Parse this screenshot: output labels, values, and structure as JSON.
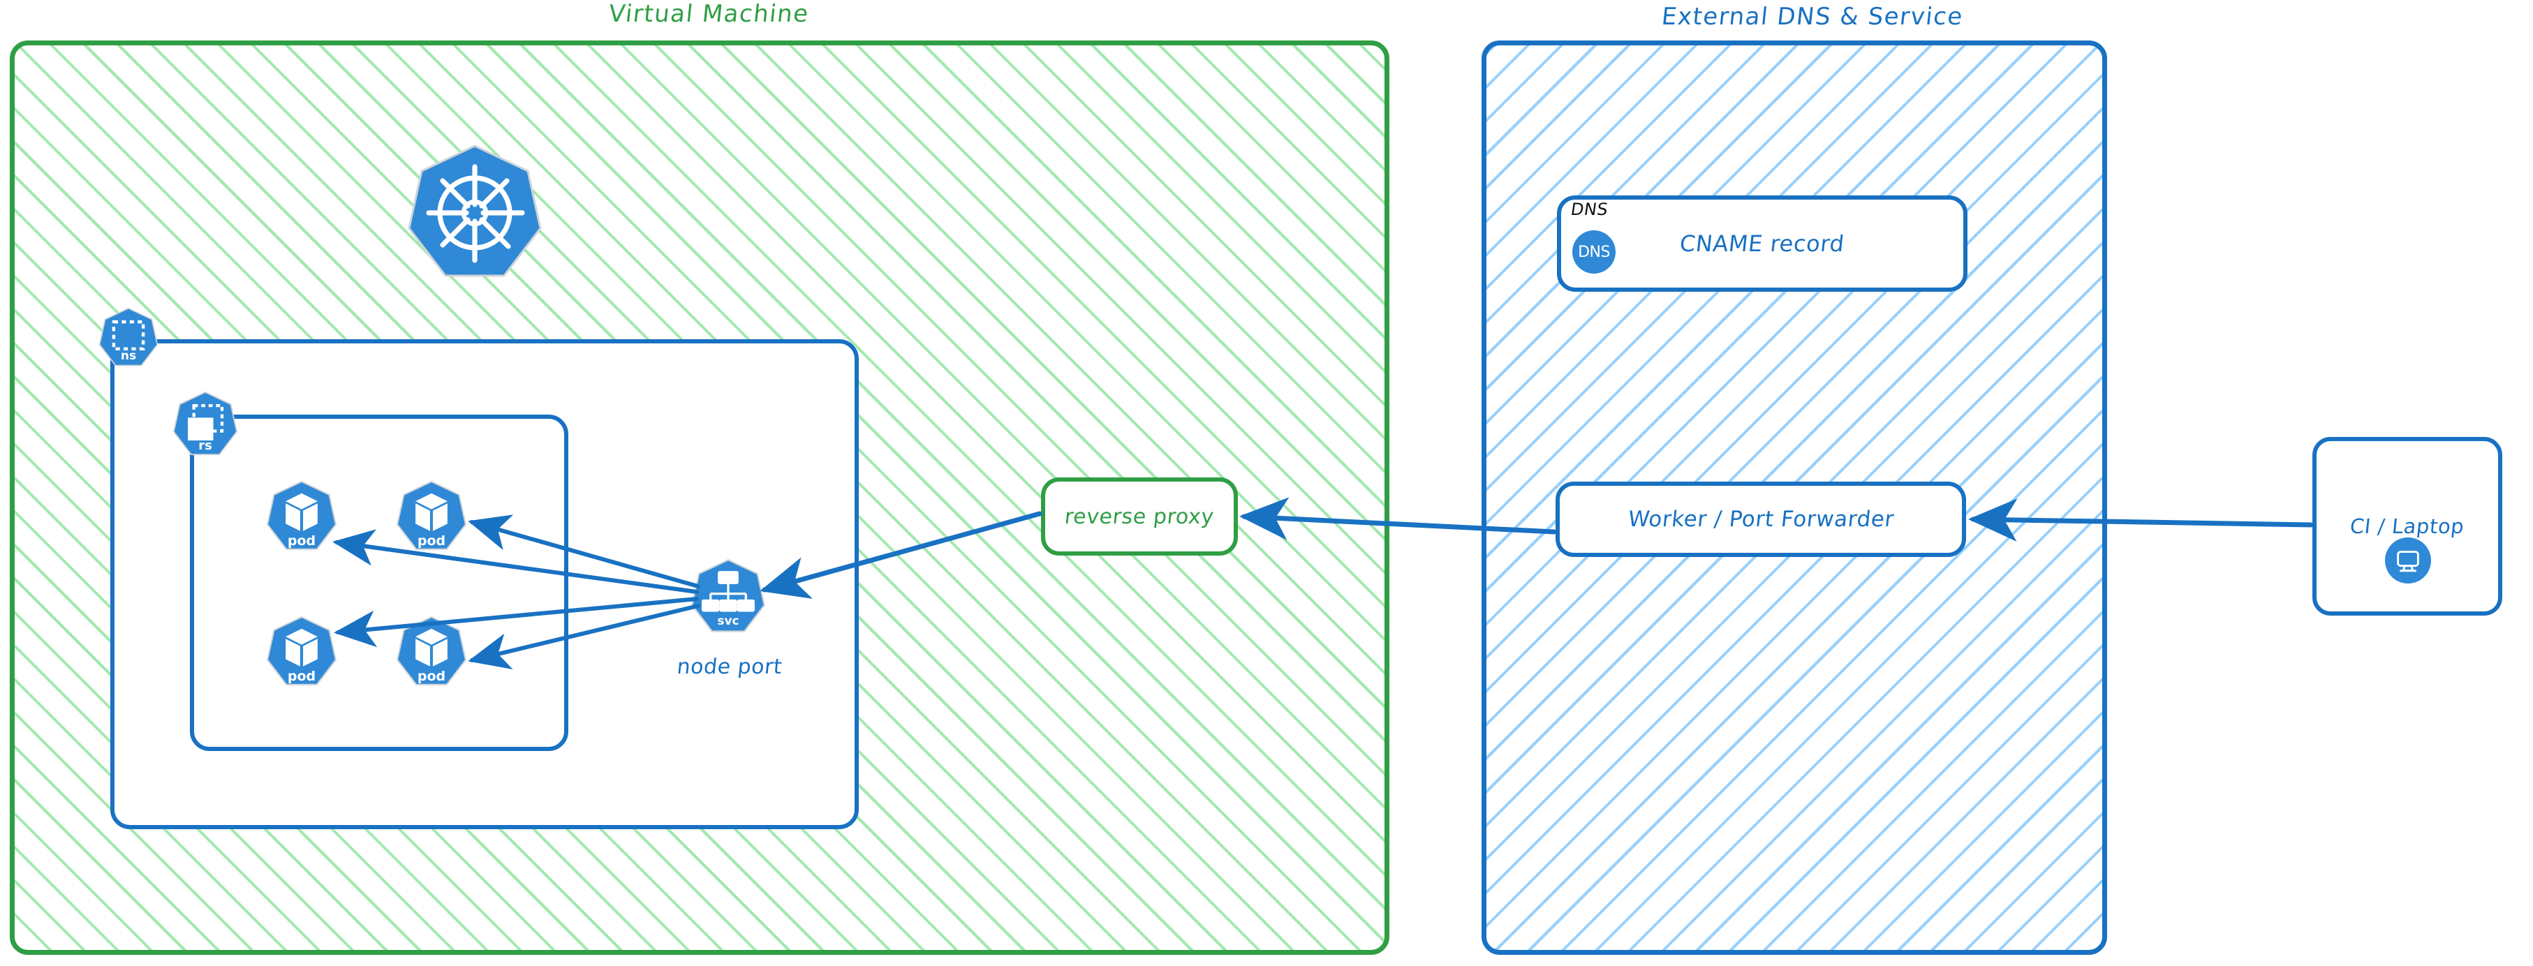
{
  "panels": {
    "vm": {
      "title": "Virtual Machine",
      "color": "#2f9e44"
    },
    "external": {
      "title": "External DNS & Service",
      "color": "#1971c2"
    }
  },
  "vm": {
    "k8s_logo_name": "kubernetes-logo",
    "namespace": {
      "icon_label": "ns"
    },
    "replicaset": {
      "icon_label": "rs"
    },
    "pods": [
      {
        "icon_label": "pod"
      },
      {
        "icon_label": "pod"
      },
      {
        "icon_label": "pod"
      },
      {
        "icon_label": "pod"
      }
    ],
    "service": {
      "icon_label": "svc",
      "caption": "node port"
    },
    "reverse_proxy": {
      "label": "reverse proxy"
    }
  },
  "external": {
    "dns_card": {
      "tag": "DNS",
      "icon_text": "DNS",
      "label": "CNAME record"
    },
    "worker": {
      "label": "Worker / Port Forwarder"
    }
  },
  "client": {
    "label": "CI / Laptop",
    "icon": "monitor-icon"
  },
  "colors": {
    "green_stroke": "#2f9e44",
    "green_hatch": "#69db7c",
    "blue_stroke": "#1971c2",
    "blue_hatch": "#74c0fc",
    "k8s_blue": "#2f89d6",
    "black": "#111111"
  },
  "connections": [
    {
      "from": "ci-laptop",
      "to": "worker",
      "direction": "left"
    },
    {
      "from": "worker",
      "to": "reverse-proxy",
      "direction": "left"
    },
    {
      "from": "reverse-proxy",
      "to": "node-port-service",
      "direction": "left-down"
    },
    {
      "from": "node-port-service",
      "to": "pod-1",
      "direction": "left"
    },
    {
      "from": "node-port-service",
      "to": "pod-2",
      "direction": "left-up"
    },
    {
      "from": "node-port-service",
      "to": "pod-3",
      "direction": "left"
    },
    {
      "from": "node-port-service",
      "to": "pod-4",
      "direction": "left-down"
    }
  ]
}
